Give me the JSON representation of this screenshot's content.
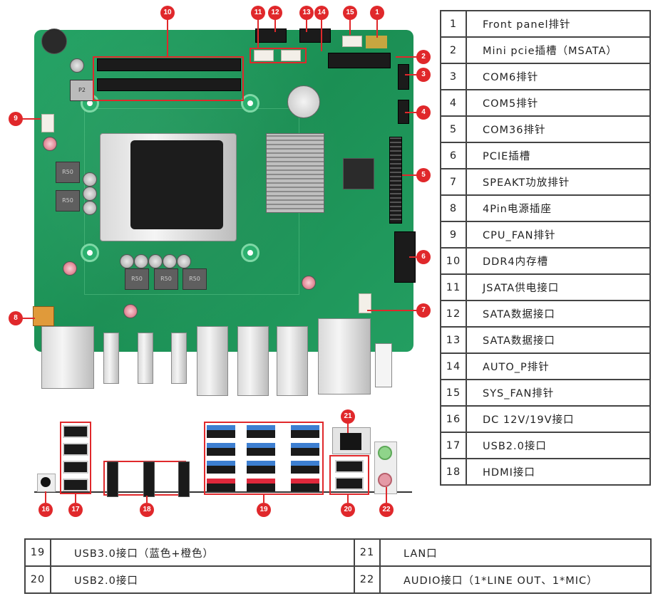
{
  "diagram": {
    "subject": "Industrial motherboard component layout",
    "callouts": [
      {
        "id": "1"
      },
      {
        "id": "2"
      },
      {
        "id": "3"
      },
      {
        "id": "4"
      },
      {
        "id": "5"
      },
      {
        "id": "6"
      },
      {
        "id": "7"
      },
      {
        "id": "8"
      },
      {
        "id": "9"
      },
      {
        "id": "10"
      },
      {
        "id": "11"
      },
      {
        "id": "12"
      },
      {
        "id": "13"
      },
      {
        "id": "14"
      },
      {
        "id": "15"
      },
      {
        "id": "16"
      },
      {
        "id": "17"
      },
      {
        "id": "18"
      },
      {
        "id": "19"
      },
      {
        "id": "20"
      },
      {
        "id": "21"
      },
      {
        "id": "22"
      }
    ],
    "accent_color": "#e0282b",
    "board_color": "#1e9a5a",
    "usb3_colors": {
      "blue": "#3d7fd1",
      "orange": "#e0283b"
    },
    "board_inductor_label": "R50"
  },
  "legend": {
    "rows": [
      {
        "num": "1",
        "label": "Front panel排针"
      },
      {
        "num": "2",
        "label": "Mini pcie插槽（MSATA）"
      },
      {
        "num": "3",
        "label": "COM6排针"
      },
      {
        "num": "4",
        "label": "COM5排针"
      },
      {
        "num": "5",
        "label": "COM36排针"
      },
      {
        "num": "6",
        "label": "PCIE插槽"
      },
      {
        "num": "7",
        "label": "SPEAKT功放排针"
      },
      {
        "num": "8",
        "label": "4Pin电源插座"
      },
      {
        "num": "9",
        "label": "CPU_FAN排针"
      },
      {
        "num": "10",
        "label": "DDR4内存槽"
      },
      {
        "num": "11",
        "label": "JSATA供电接口"
      },
      {
        "num": "12",
        "label": "SATA数据接口"
      },
      {
        "num": "13",
        "label": "SATA数据接口"
      },
      {
        "num": "14",
        "label": "AUTO_P排针"
      },
      {
        "num": "15",
        "label": "SYS_FAN排针"
      },
      {
        "num": "16",
        "label": "DC 12V/19V接口"
      },
      {
        "num": "17",
        "label": "USB2.0接口"
      },
      {
        "num": "18",
        "label": "HDMI接口"
      }
    ]
  },
  "bottom_legend": {
    "rows": [
      [
        {
          "num": "19",
          "label": "USB3.0接口（蓝色+橙色）"
        },
        {
          "num": "21",
          "label": "LAN口"
        }
      ],
      [
        {
          "num": "20",
          "label": "USB2.0接口"
        },
        {
          "num": "22",
          "label": "AUDIO接口（1*LINE OUT、1*MIC）"
        }
      ]
    ]
  }
}
